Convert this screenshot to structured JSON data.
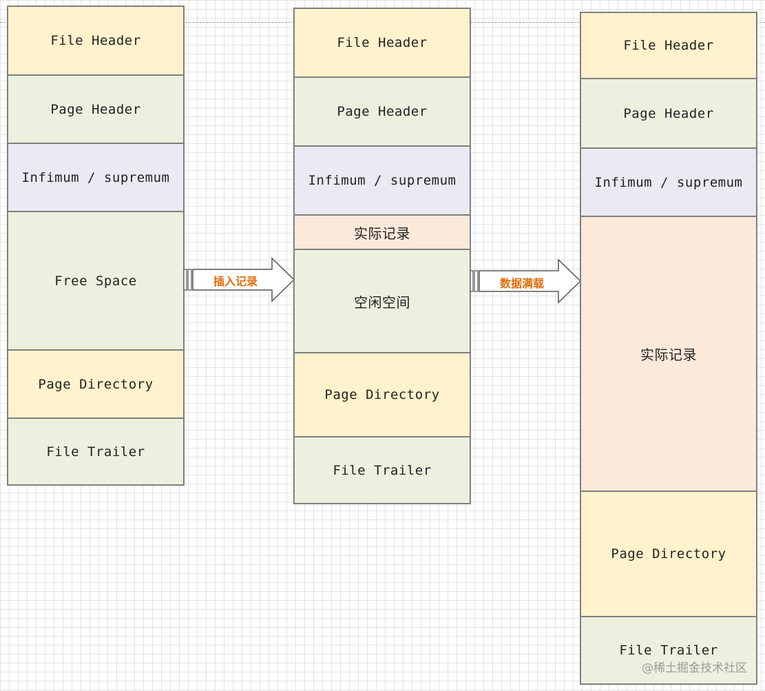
{
  "columns": [
    {
      "name": "initial-page",
      "blocks": [
        {
          "label": "File Header",
          "color": "#fff2cc"
        },
        {
          "label": "Page Header",
          "color": "#ebf1de"
        },
        {
          "label": "Infimum / supremum",
          "color": "#ebe9f1"
        },
        {
          "label": "Free Space",
          "color": "#ebf1de"
        },
        {
          "label": "Page Directory",
          "color": "#fff2cc"
        },
        {
          "label": "File Trailer",
          "color": "#ebf1de"
        }
      ]
    },
    {
      "name": "after-insert-page",
      "blocks": [
        {
          "label": "File Header",
          "color": "#fff2cc"
        },
        {
          "label": "Page Header",
          "color": "#ebf1de"
        },
        {
          "label": "Infimum / supremum",
          "color": "#ebe9f1"
        },
        {
          "label": "实际记录",
          "color": "#fde9d9"
        },
        {
          "label": "空闲空间",
          "color": "#ebf1de"
        },
        {
          "label": "Page Directory",
          "color": "#fff2cc"
        },
        {
          "label": "File Trailer",
          "color": "#ebf1de"
        }
      ]
    },
    {
      "name": "full-page",
      "blocks": [
        {
          "label": "File Header",
          "color": "#fff2cc"
        },
        {
          "label": "Page Header",
          "color": "#ebf1de"
        },
        {
          "label": "Infimum / supremum",
          "color": "#ebe9f1"
        },
        {
          "label": "实际记录",
          "color": "#fde9d9"
        },
        {
          "label": "Page Directory",
          "color": "#fff2cc"
        },
        {
          "label": "File Trailer",
          "color": "#ebf1de"
        }
      ]
    }
  ],
  "arrows": [
    {
      "label": "插入记录",
      "color": "#e36c09"
    },
    {
      "label": "数据满载",
      "color": "#e36c09"
    }
  ],
  "watermark": "@稀土掘金技术社区"
}
